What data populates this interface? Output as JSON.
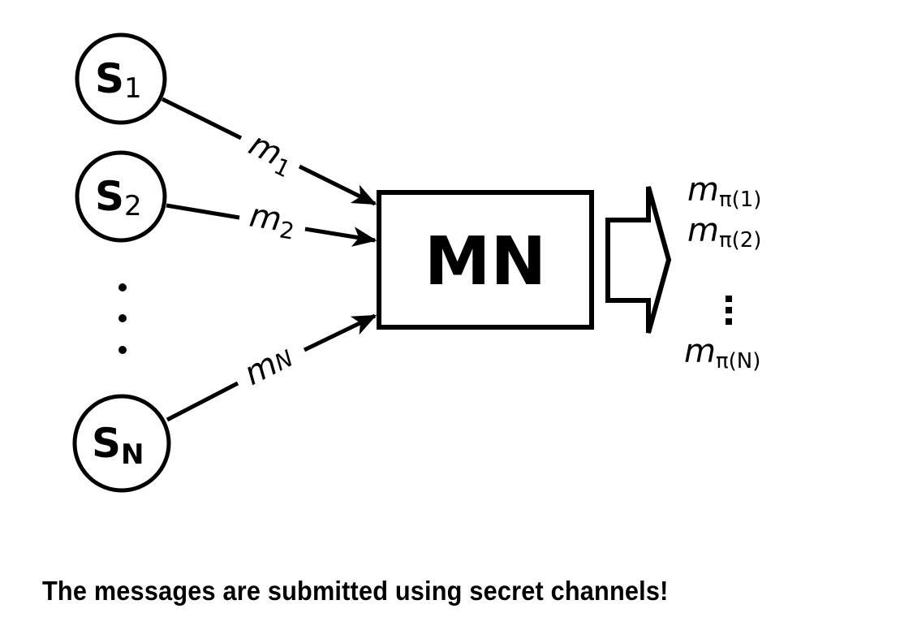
{
  "diagram": {
    "senders": [
      {
        "name": "S",
        "sub": "1",
        "message": "m",
        "message_sub": "1"
      },
      {
        "name": "S",
        "sub": "2",
        "message": "m",
        "message_sub": "2"
      },
      {
        "name": "S",
        "sub": "N",
        "message": "m",
        "message_sub": "N"
      }
    ],
    "ellipsis": "⋮",
    "mixnet": {
      "label": "MN"
    },
    "outputs": [
      {
        "base": "m",
        "sub": "π(1)"
      },
      {
        "base": "m",
        "sub": "π(2)"
      },
      {
        "base": "m",
        "sub": "π(N)"
      }
    ],
    "output_ellipsis": "⋮"
  },
  "caption": "The messages are submitted using secret channels!",
  "colors": {
    "stroke": "#000000",
    "background": "#ffffff"
  }
}
